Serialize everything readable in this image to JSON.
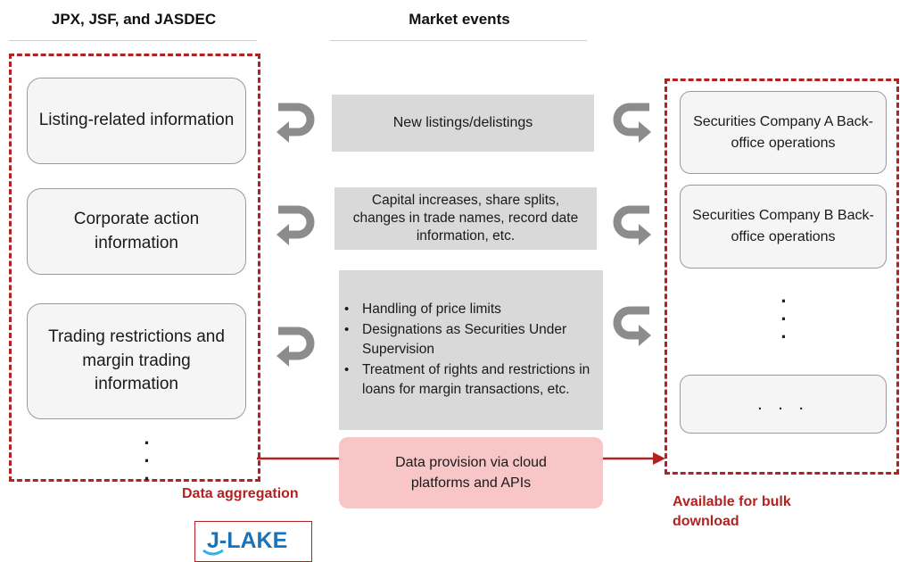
{
  "headers": {
    "left": "JPX, JSF, and JASDEC",
    "center": "Market events"
  },
  "sources": [
    {
      "label": "Listing-related information"
    },
    {
      "label": "Corporate action information"
    },
    {
      "label": "Trading restrictions and margin trading information"
    }
  ],
  "events": {
    "event1": "New listings/delistings",
    "event2": "Capital increases, share splits, changes in trade names, record date information, etc.",
    "event3_items": [
      "Handling of price limits",
      "Designations as Securities Under Supervision",
      "Treatment of rights and restrictions in loans for margin transactions, etc."
    ]
  },
  "provision": "Data provision via cloud platforms and APIs",
  "destinations": [
    {
      "label": "Securities Company A Back-office operations"
    },
    {
      "label": "Securities Company B Back-office operations"
    },
    {
      "label": ". . ."
    }
  ],
  "labels": {
    "aggregation": "Data aggregation",
    "bulk": "Available for bulk download",
    "logo": "J-LAKE"
  },
  "colors": {
    "dash_border": "#b22222",
    "accent_red": "#b22222",
    "event_fill": "#d9d9d9",
    "provision_fill": "#f8c6c6",
    "arrow_grey": "#8c8c8c",
    "logo_blue": "#1a73b8"
  },
  "icons": {
    "left_arrows": "u-turn-arrow-icon",
    "right_arrows": "u-turn-arrow-icon",
    "continuation": "vertical-ellipsis-icon"
  }
}
